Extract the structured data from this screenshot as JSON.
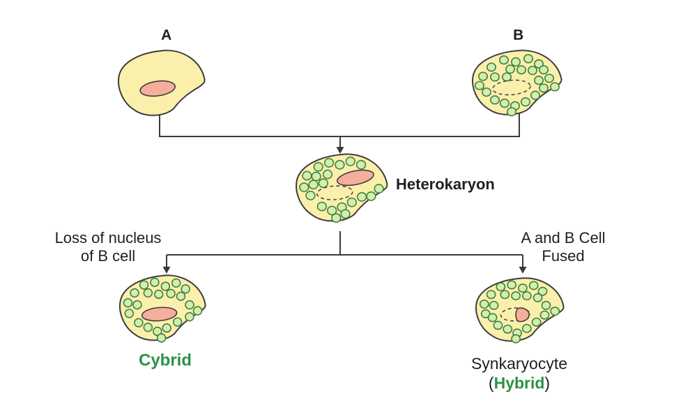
{
  "diagram": {
    "cell_a": {
      "label": "A"
    },
    "cell_b": {
      "label": "B"
    },
    "heterokaryon": {
      "label": "Heterokaryon"
    },
    "left_branch": {
      "caption_line1": "Loss of nucleus",
      "caption_line2": "of B cell"
    },
    "right_branch": {
      "caption_line1": "A and B Cell",
      "caption_line2": "Fused"
    },
    "cybrid": {
      "label": "Cybrid"
    },
    "synkaryocyte": {
      "label": "Synkaryocyte",
      "paren_open": "(",
      "sub_label": "Hybrid",
      "paren_close": ")"
    }
  },
  "colors": {
    "background": "#ffffff",
    "text": "#1f1f1f",
    "accent_green": "#2d9146",
    "connector": "#3a3a3a",
    "cell_fill": "#faf0ac",
    "cell_stroke": "#3d3d3d",
    "nucleus_fill": "#f6ae9c",
    "nucleus_stroke": "#3d3d3d",
    "granule_fill": "#cdf2af",
    "granule_stroke": "#4e7b3f",
    "dashed_stroke": "#4a4a4a"
  }
}
